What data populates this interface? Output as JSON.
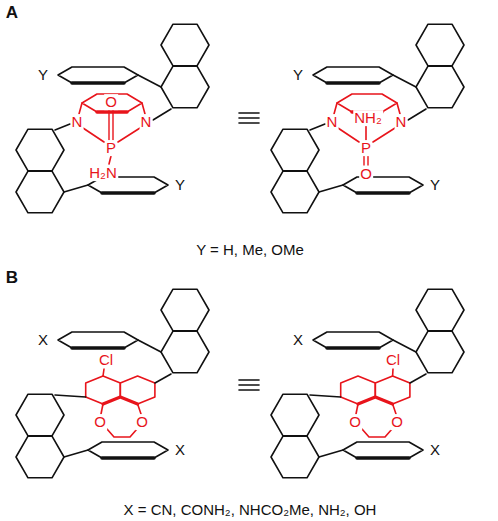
{
  "diagram": {
    "labels": [
      "A",
      "Y",
      "O",
      "N",
      "N",
      "P",
      "H₂N",
      "Y",
      "Y",
      "NH₂",
      "N",
      "N",
      "P",
      "O",
      "Y",
      "Y = H, Me, OMe",
      "B",
      "X",
      "Cl",
      "O",
      "O",
      "X",
      "X",
      "Cl",
      "O",
      "O",
      "X",
      "X = CN, CONH₂, NHCO₂Me, NH₂, OH"
    ]
  }
}
